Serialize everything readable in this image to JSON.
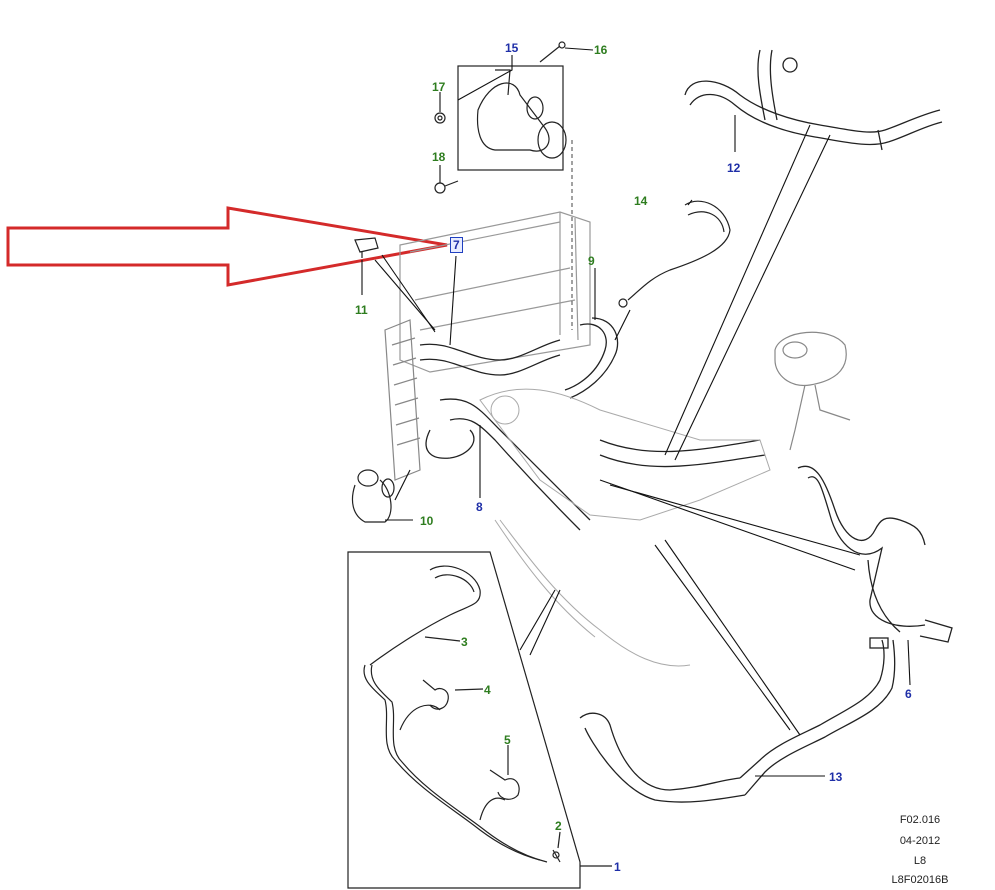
{
  "callouts": {
    "c1": "1",
    "c2": "2",
    "c3": "3",
    "c4": "4",
    "c5": "5",
    "c6": "6",
    "c7": "7",
    "c8": "8",
    "c9": "9",
    "c10": "10",
    "c11": "11",
    "c12": "12",
    "c13": "13",
    "c14": "14",
    "c15": "15",
    "c16": "16",
    "c17": "17",
    "c18": "18"
  },
  "footer": {
    "figure_code": "F02.016",
    "date": "04-2012",
    "model": "L8",
    "drawing_id": "L8F02016B"
  },
  "colors": {
    "arrow": "#d42a2a",
    "callout_green": "#2e7d1f",
    "callout_blue": "#1f2fa8",
    "highlight_box": "#2040c0",
    "line_art": "#222222"
  }
}
